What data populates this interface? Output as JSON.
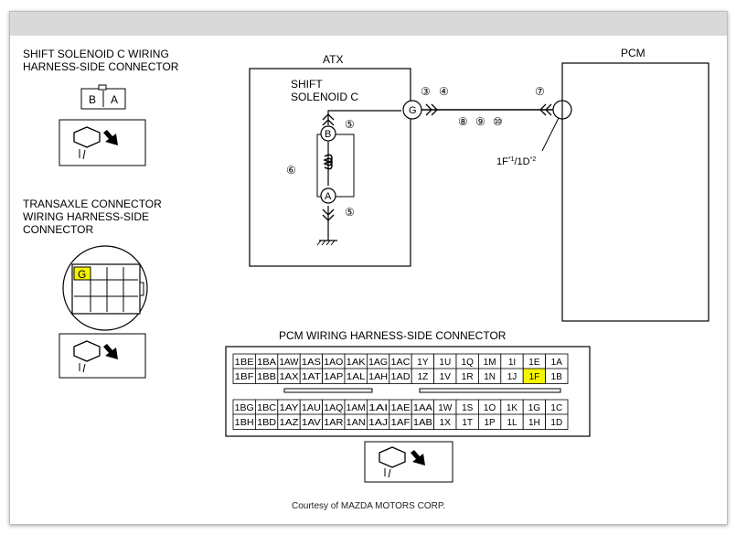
{
  "left_panel": {
    "solenoid_connector_title_1": "SHIFT SOLENOID C WIRING",
    "solenoid_connector_title_2": "HARNESS-SIDE CONNECTOR",
    "pin_b": "B",
    "pin_a": "A",
    "transaxle_title_1": "TRANSAXLE CONNECTOR",
    "transaxle_title_2": "WIRING HARNESS-SIDE",
    "transaxle_title_3": "CONNECTOR",
    "transaxle_pin": "G"
  },
  "schematic": {
    "atx_label": "ATX",
    "pcm_label": "PCM",
    "solenoid_label_1": "SHIFT",
    "solenoid_label_2": "SOLENOID C",
    "terminal_g": "G",
    "terminal_b": "B",
    "terminal_a": "A",
    "callout_3": "③",
    "callout_4": "④",
    "callout_5_top": "⑤",
    "callout_5_bottom": "⑤",
    "callout_6": "⑥",
    "callout_7": "⑦",
    "callout_8": "⑧",
    "callout_9": "⑨",
    "callout_10": "⑩",
    "pcm_pin_main": "1F",
    "pcm_pin_sup1": "*1",
    "pcm_pin_mid": "/1D",
    "pcm_pin_sup2": "*2"
  },
  "pcm_connector": {
    "title": "PCM WIRING HARNESS-SIDE CONNECTOR",
    "highlight_color": "#f5f500",
    "highlighted_cell": "1F",
    "rows": [
      [
        "1BE",
        "1BA",
        "1AW",
        "1AS",
        "1AO",
        "1AK",
        "1AG",
        "1AC",
        "1Y",
        "1U",
        "1Q",
        "1M",
        "1I",
        "1E",
        "1A"
      ],
      [
        "1BF",
        "1BB",
        "1AX",
        "1AT",
        "1AP",
        "1AL",
        "1AH",
        "1AD",
        "1Z",
        "1V",
        "1R",
        "1N",
        "1J",
        "1F",
        "1B"
      ],
      [
        "1BG",
        "1BC",
        "1AY",
        "1AU",
        "1AQ",
        "1AM",
        "1AI",
        "1AE",
        "1AA",
        "1W",
        "1S",
        "1O",
        "1K",
        "1G",
        "1C"
      ],
      [
        "1BH",
        "1BD",
        "1AZ",
        "1AV",
        "1AR",
        "1AN",
        "1AJ",
        "1AF",
        "1AB",
        "1X",
        "1T",
        "1P",
        "1L",
        "1H",
        "1D"
      ]
    ]
  },
  "credit": "Courtesy of MAZDA MOTORS CORP."
}
